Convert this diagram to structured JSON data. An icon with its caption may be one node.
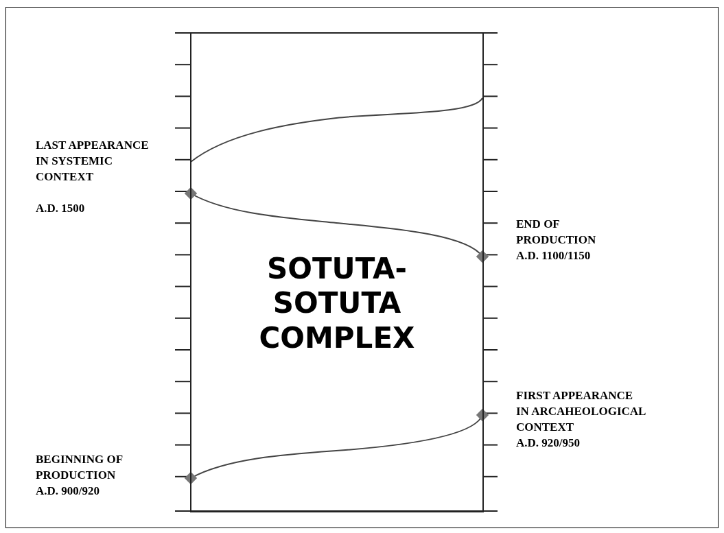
{
  "diagram": {
    "nodes": [
      {
        "text": [
          "SOTUTA-SOTUTA COMPLEX"
        ]
      }
    ],
    "labels": [
      "LAST APPEARANCE IN SYSTEMIC CONTEXT",
      "A.D. 1500",
      "END OF PRODUCTION",
      "A.D. 1100/1150",
      "FIRST APPEARANCE IN ARCAHEOLOGICAL CONTEXT",
      "A.D. 920/950",
      "BEGINNING OF PRODUCTION",
      "A.D. 900/920"
    ]
  }
}
